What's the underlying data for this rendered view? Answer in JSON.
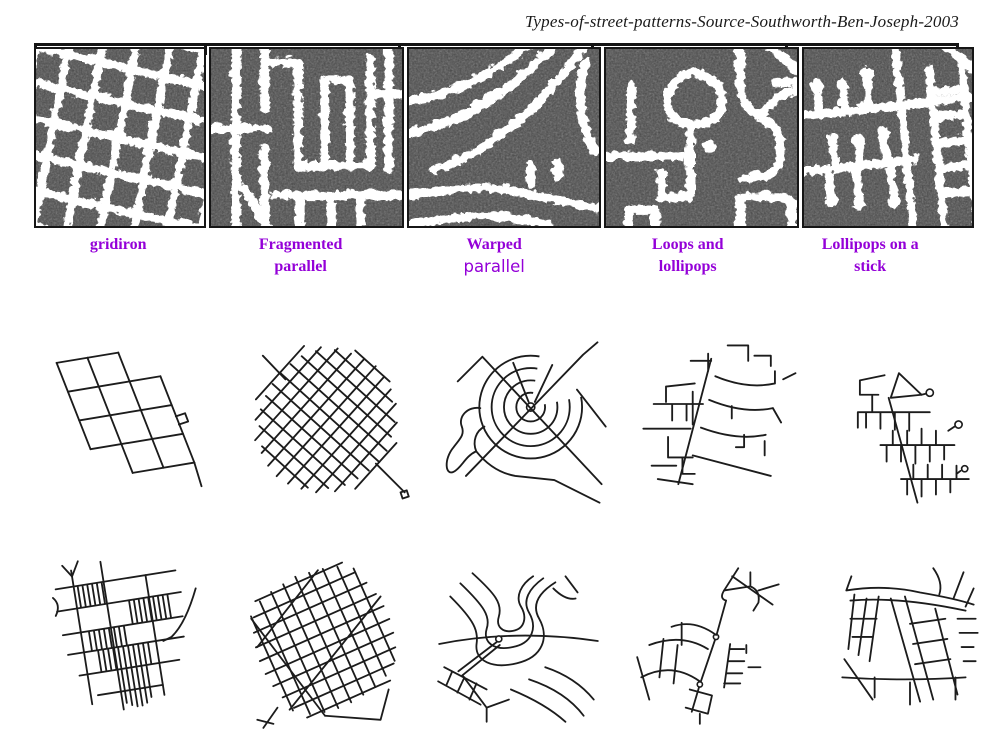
{
  "title": "Types-of-street-patterns-Source-Southworth-Ben-Joseph-2003",
  "colors": {
    "label": "#9400d8",
    "sketch": "#1c1c1c",
    "street": "#ffffff",
    "photo_bg": "#454545",
    "rule": "#141414"
  },
  "patterns": [
    {
      "id": "gridiron",
      "label": "gridiron",
      "label_lines": [
        "gridiron",
        ""
      ]
    },
    {
      "id": "fragmented-parallel",
      "label": "Fragmented parallel",
      "label_lines": [
        "Fragmented",
        "parallel"
      ]
    },
    {
      "id": "warped-parallel",
      "label": "Warped parallel",
      "label_lines": [
        "Warped",
        "parallel"
      ]
    },
    {
      "id": "loops-and-lollipops",
      "label": "Loops and lollipops",
      "label_lines": [
        "Loops and",
        "lollipops"
      ]
    },
    {
      "id": "lollipops-on-a-stick",
      "label": "Lollipops on a stick",
      "label_lines": [
        "Lollipops on a",
        "stick"
      ]
    }
  ]
}
